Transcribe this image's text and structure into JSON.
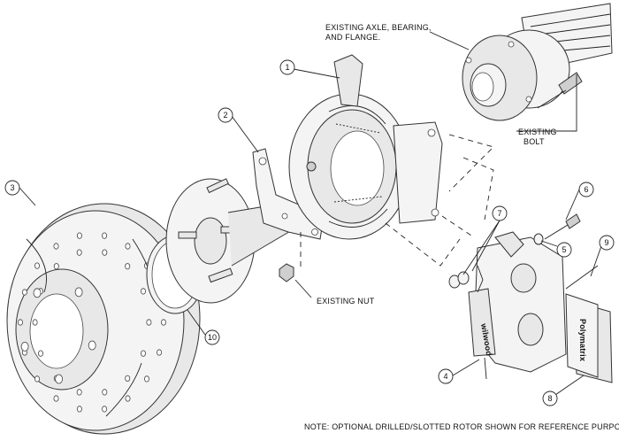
{
  "labels": {
    "axle_line1": "EXISTING AXLE, BEARING,",
    "axle_line2": "AND FLANGE.",
    "bolt_line1": "EXISTING",
    "bolt_line2": "BOLT",
    "nut": "EXISTING NUT",
    "note": "NOTE: OPTIONAL DRILLED/SLOTTED ROTOR SHOWN FOR REFERENCE PURPOSES",
    "logo_caliper": "wilwood",
    "logo_pad": "Polymatrix"
  },
  "callouts": [
    "1",
    "2",
    "3",
    "4",
    "5",
    "6",
    "7",
    "8",
    "9",
    "10"
  ],
  "icons": {
    "callout_marker": "circle-callout-icon"
  }
}
